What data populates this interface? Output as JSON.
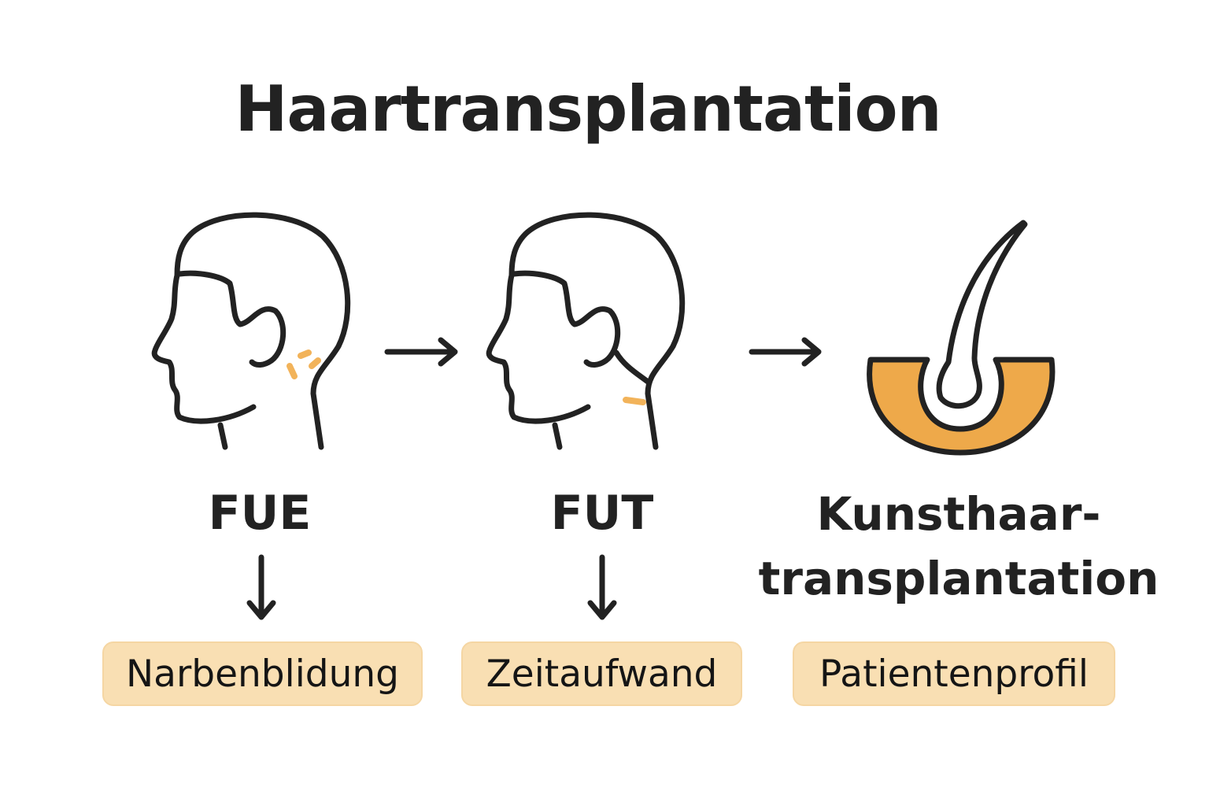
{
  "title": "Haartransplantation",
  "steps": [
    {
      "label": "FUE",
      "outcome": "Narbenblidung"
    },
    {
      "label": "FUT",
      "outcome": "Zeitaufwand"
    },
    {
      "label_line1": "Kunsthaar-",
      "label_line2": "transplantation",
      "outcome": "Patientenprofil"
    }
  ],
  "colors": {
    "stroke": "#222222",
    "accent": "#eea94a",
    "box": "#f9dfb3"
  }
}
